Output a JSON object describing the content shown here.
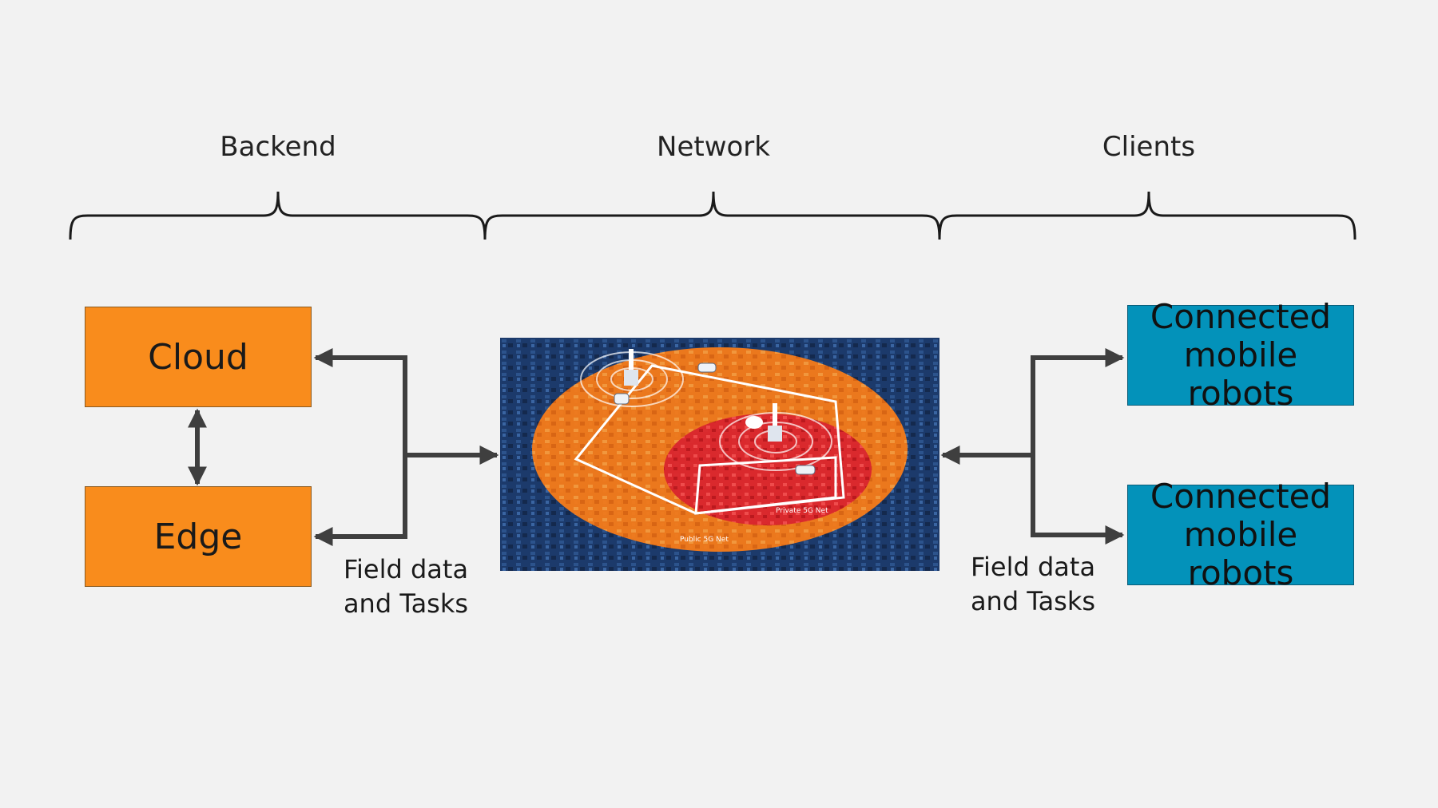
{
  "sections": {
    "backend": "Backend",
    "network": "Network",
    "clients": "Clients"
  },
  "nodes": {
    "cloud": "Cloud",
    "edge": "Edge",
    "robot_top": [
      "Connected",
      "mobile robots"
    ],
    "robot_bottom": [
      "Connected",
      "mobile robots"
    ]
  },
  "edge_labels": {
    "left": [
      "Field data",
      "and Tasks"
    ],
    "right": [
      "Field data",
      "and Tasks"
    ]
  },
  "network_image": {
    "private_label": "Private 5G Net",
    "public_label": "Public 5G Net"
  },
  "colors": {
    "backend_box": "#f98c1c",
    "client_box": "#0392ba",
    "connector": "#3f3f3f",
    "bracket": "#1a1a1a"
  }
}
